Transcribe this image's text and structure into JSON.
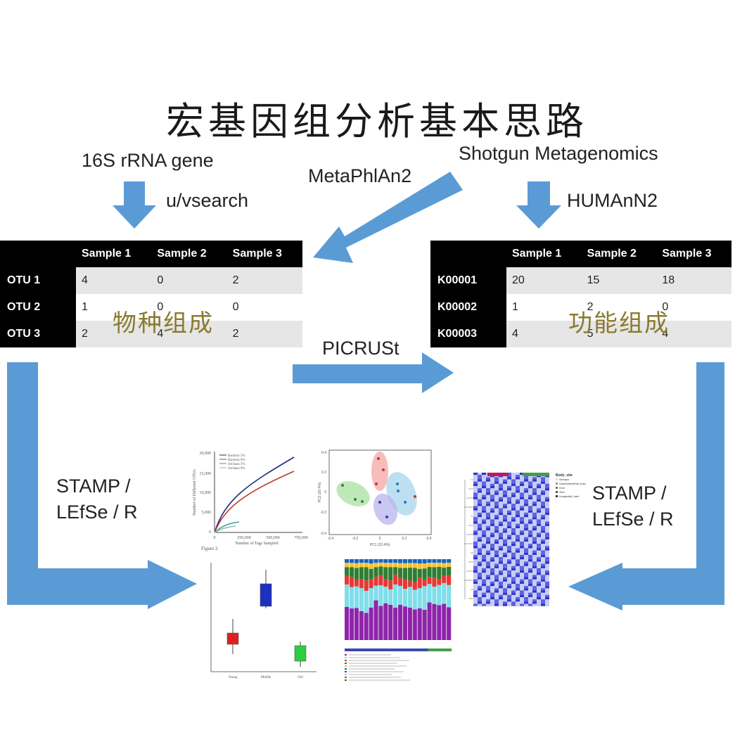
{
  "title": "宏基因组分析基本思路",
  "labels": {
    "rrna": "16S rRNA gene",
    "shotgun": "Shotgun Metagenomics",
    "metaphlan": "MetaPhlAn2",
    "vsearch": "u/vsearch",
    "humann": "HUMAnN2",
    "picrust": "PICRUSt",
    "stamp_left_1": "STAMP /",
    "stamp_left_2": "LEfSe / R",
    "stamp_right_1": "STAMP /",
    "stamp_right_2": "LEfSe / R"
  },
  "species_table": {
    "headers": [
      "",
      "Sample 1",
      "Sample 2",
      "Sample 3"
    ],
    "rows": [
      [
        "OTU 1",
        "4",
        "0",
        "2"
      ],
      [
        "OTU 2",
        "1",
        "0",
        "0"
      ],
      [
        "OTU 3",
        "2",
        "4",
        "2"
      ]
    ],
    "overlay": "物种组成"
  },
  "function_table": {
    "headers": [
      "",
      "Sample 1",
      "Sample 2",
      "Sample 3"
    ],
    "rows": [
      [
        "K00001",
        "20",
        "15",
        "18"
      ],
      [
        "K00002",
        "1",
        "2",
        "0"
      ],
      [
        "K00003",
        "4",
        "5",
        "4"
      ]
    ],
    "overlay": "功能组成"
  },
  "colors": {
    "arrow": "#5b9bd5",
    "table_header": "#000000",
    "stripe": "#e6e6e6",
    "overlay_text": "#8b7a2e"
  },
  "thumbnails": {
    "rarefaction": {
      "ylabel": "Number of Different OTUs",
      "xlabel": "Number of Tags Sampled",
      "yticks": [
        "20,000",
        "15,000",
        "10,000",
        "5,000",
        "0"
      ],
      "xticks": [
        "0",
        "250,000",
        "500,000",
        "750,000"
      ],
      "legend": [
        "Bacteria 3%",
        "Bacteria 6%",
        "Archaea 3%",
        "Archaea 6%"
      ]
    },
    "pca": {
      "xlabel": "PC1 (22.4%)",
      "ylabel": "PC2 (20.4%)",
      "xticks": [
        "-0.4",
        "-0.2",
        "0",
        "0.2",
        "0.4"
      ],
      "yticks": [
        "0.4",
        "0.2",
        "0",
        "-0.2",
        "-0.4"
      ]
    },
    "boxplot": {
      "caption": "Figure 2",
      "groups": [
        "Young",
        "Middle",
        "Old"
      ]
    },
    "heatmap": {
      "legend_title": "Body_site",
      "legend_items": [
        "Airways",
        "Gastrointestinal_tract",
        "Oral",
        "Skin",
        "Urogenital_tract"
      ]
    }
  }
}
